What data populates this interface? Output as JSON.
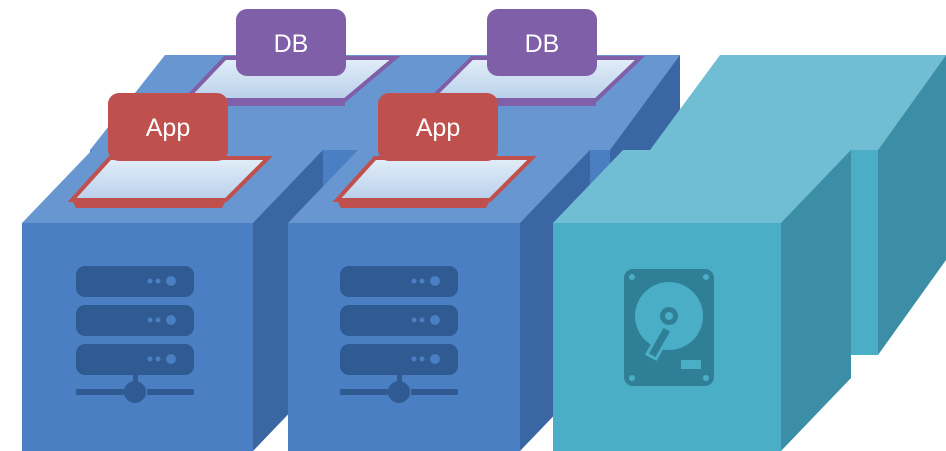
{
  "diagram": {
    "labels": {
      "db_1": "DB",
      "db_2": "DB",
      "app_1": "App",
      "app_2": "App"
    },
    "colors": {
      "server_front": "#4a7fc4",
      "server_top": "#6796d1",
      "server_side": "#3a67a4",
      "server_icon": "#2f5a92",
      "storage_front": "#4aaec6",
      "storage_top": "#71bdd3",
      "storage_side": "#3b8ea6",
      "storage_icon": "#2f7f96",
      "app_tag": "#c0504d",
      "app_plate_border": "#c0504d",
      "db_tag": "#7f5fa8",
      "db_plate_border": "#7f5fa8",
      "plate_fill": "#c9dcef"
    },
    "icons": [
      "server-rack-icon",
      "server-rack-icon",
      "hard-drive-icon"
    ]
  }
}
